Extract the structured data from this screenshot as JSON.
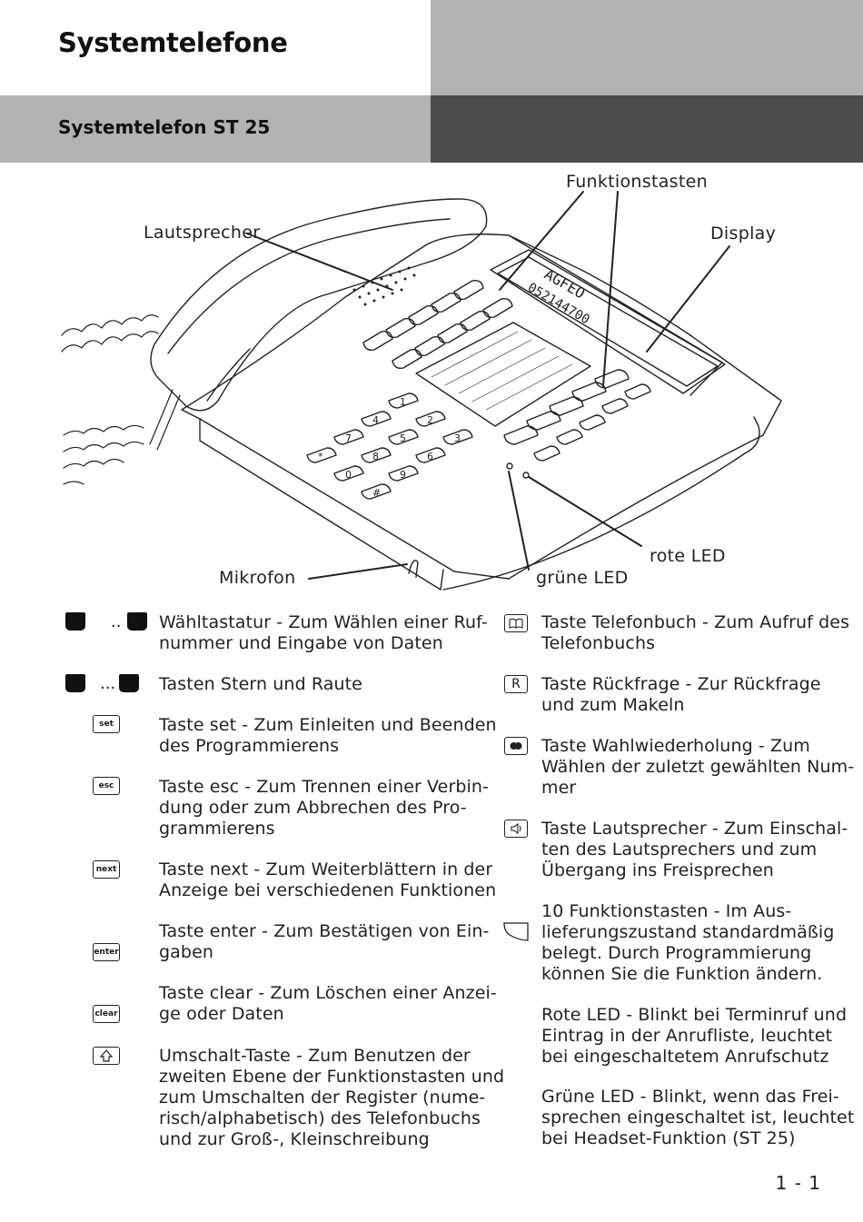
{
  "header": {
    "title": "Systemtelefone",
    "subtitle": "Systemtelefon ST 25"
  },
  "figure": {
    "labels": {
      "funktionstasten": "Funktionstasten",
      "lautsprecher": "Lautsprecher",
      "display": "Display",
      "mikrofon": "Mikrofon",
      "rote_led": "rote LED",
      "gruene_led": "grüne LED"
    },
    "display_text": {
      "line1": "AGFEO",
      "line2": "052144700"
    },
    "keys": {
      "digits": [
        "1",
        "2",
        "3",
        "4",
        "5",
        "6",
        "7",
        "8",
        "9",
        "*",
        "0",
        "#"
      ]
    }
  },
  "legend_left": [
    {
      "icon": "keypad-block-icon",
      "dots": "..",
      "text": [
        "Wähltastatur - Zum Wählen einer Ruf-",
        "nummer und Eingabe von Daten"
      ]
    },
    {
      "icon": "star-hash-block-icon",
      "dots": "...",
      "text": [
        "Tasten Stern und Raute"
      ]
    },
    {
      "icon": "set-key-icon",
      "key_label": "set",
      "text": [
        "Taste set - Zum Einleiten und Beenden",
        "des Programmierens"
      ]
    },
    {
      "icon": "esc-key-icon",
      "key_label": "esc",
      "text": [
        "Taste esc - Zum Trennen einer Verbin-",
        "dung oder zum Abbrechen des Pro-",
        "grammierens"
      ]
    },
    {
      "icon": "next-key-icon",
      "key_label": "next",
      "text": [
        "Taste next - Zum Weiterblättern in der",
        "Anzeige bei verschiedenen Funktionen"
      ]
    },
    {
      "icon": "enter-key-icon",
      "key_label": "enter",
      "text": [
        "Taste enter - Zum Bestätigen von Ein-",
        "gaben"
      ]
    },
    {
      "icon": "clear-key-icon",
      "key_label": "clear",
      "text": [
        "Taste clear - Zum Löschen einer Anzei-",
        "ge oder Daten"
      ]
    },
    {
      "icon": "shift-key-icon",
      "text": [
        "Umschalt-Taste - Zum Benutzen der",
        "zweiten Ebene der Funktionstasten und",
        "zum Umschalten der Register (nume-",
        "risch/alphabetisch) des Telefonbuchs",
        "und zur Groß-, Kleinschreibung"
      ]
    }
  ],
  "legend_right": [
    {
      "icon": "phonebook-key-icon",
      "text": [
        "Taste Telefonbuch - Zum Aufruf des",
        "Telefonbuchs"
      ]
    },
    {
      "icon": "r-key-icon",
      "key_label": "R",
      "text": [
        "Taste Rückfrage - Zur Rückfrage",
        "und zum Makeln"
      ]
    },
    {
      "icon": "redial-key-icon",
      "text": [
        "Taste Wahlwiederholung - Zum",
        "Wählen der zuletzt gewählten Num-",
        "mer"
      ]
    },
    {
      "icon": "speaker-key-icon",
      "text": [
        "Taste Lautsprecher - Zum Einschal-",
        "ten des Lautsprechers und zum",
        "Übergang ins Freisprechen"
      ]
    },
    {
      "icon": "function-key-icon",
      "text": [
        "10 Funktionstasten - Im Aus-",
        "lieferungszustand standardmäßig",
        "belegt. Durch Programmierung",
        "können Sie die Funktion ändern."
      ]
    },
    {
      "icon": "",
      "text": [
        "Rote LED - Blinkt bei Terminruf und",
        "Eintrag in der Anrufliste, leuchtet",
        "bei eingeschaltetem Anrufschutz"
      ]
    },
    {
      "icon": "",
      "text": [
        "Grüne LED - Blinkt, wenn das Frei-",
        "sprechen eingeschaltet ist, leuchtet",
        "bei Headset-Funktion (ST 25)"
      ]
    }
  ],
  "footer": {
    "page_number": "1 - 1"
  }
}
